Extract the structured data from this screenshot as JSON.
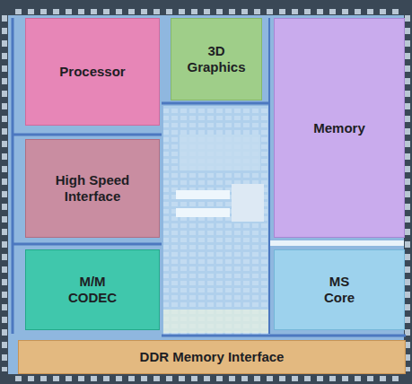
{
  "diagram": {
    "nodes": [
      {
        "text": [
          "Processor"
        ]
      },
      {
        "text": [
          "3D Graphics"
        ]
      },
      {
        "text": [
          "Memory"
        ]
      },
      {
        "text": [
          "High Speed Interface"
        ]
      },
      {
        "text": [
          "M/M CODEC"
        ]
      },
      {
        "text": [
          "MS Core"
        ]
      },
      {
        "text": [
          "DDR Memory Interface"
        ]
      }
    ]
  }
}
